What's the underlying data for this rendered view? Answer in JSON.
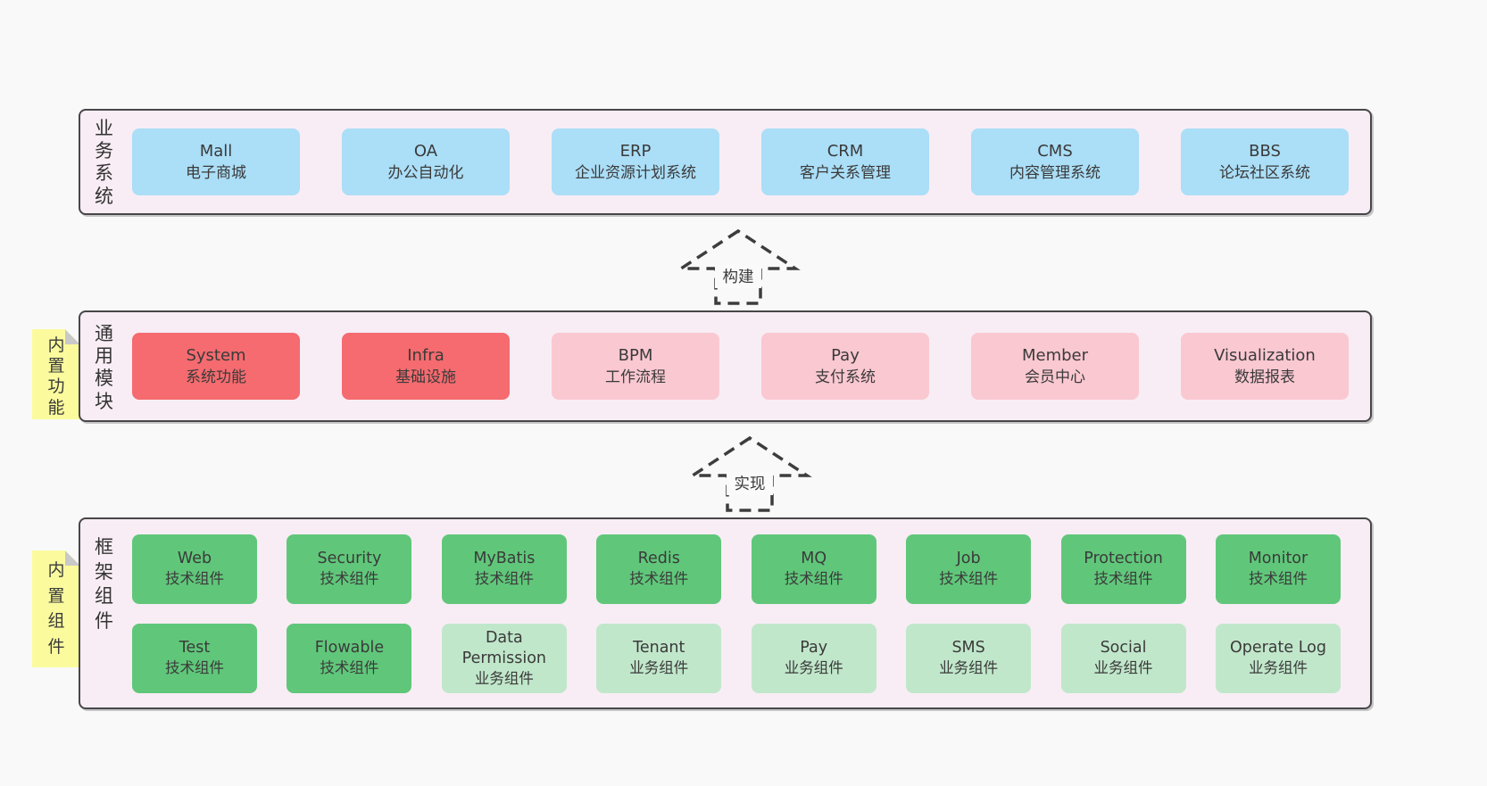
{
  "colors": {
    "page_background": "#f9f9f9",
    "layer_background": "#f8edf5",
    "layer_border": "#474747",
    "box_blue": "#abdef7",
    "box_red": "#f56b6f",
    "box_pink": "#fac8d1",
    "box_green": "#60c77a",
    "box_green_light": "#c1e7cb",
    "note_yellow": "#fbfb9e",
    "text": "#3a3a3a"
  },
  "layers": [
    {
      "label": "业务系统",
      "boxes": [
        {
          "title": "Mall",
          "subtitle": "电子商城",
          "variant": "blue"
        },
        {
          "title": "OA",
          "subtitle": "办公自动化",
          "variant": "blue"
        },
        {
          "title": "ERP",
          "subtitle": "企业资源计划系统",
          "variant": "blue"
        },
        {
          "title": "CRM",
          "subtitle": "客户关系管理",
          "variant": "blue"
        },
        {
          "title": "CMS",
          "subtitle": "内容管理系统",
          "variant": "blue"
        },
        {
          "title": "BBS",
          "subtitle": "论坛社区系统",
          "variant": "blue"
        }
      ]
    },
    {
      "label": "通用模块",
      "boxes": [
        {
          "title": "System",
          "subtitle": "系统功能",
          "variant": "red"
        },
        {
          "title": "Infra",
          "subtitle": "基础设施",
          "variant": "red"
        },
        {
          "title": "BPM",
          "subtitle": "工作流程",
          "variant": "pink"
        },
        {
          "title": "Pay",
          "subtitle": "支付系统",
          "variant": "pink"
        },
        {
          "title": "Member",
          "subtitle": "会员中心",
          "variant": "pink"
        },
        {
          "title": "Visualization",
          "subtitle": "数据报表",
          "variant": "pink"
        }
      ]
    },
    {
      "label": "框架组件",
      "rows": [
        [
          {
            "title": "Web",
            "subtitle": "技术组件",
            "variant": "green"
          },
          {
            "title": "Security",
            "subtitle": "技术组件",
            "variant": "green"
          },
          {
            "title": "MyBatis",
            "subtitle": "技术组件",
            "variant": "green"
          },
          {
            "title": "Redis",
            "subtitle": "技术组件",
            "variant": "green"
          },
          {
            "title": "MQ",
            "subtitle": "技术组件",
            "variant": "green"
          },
          {
            "title": "Job",
            "subtitle": "技术组件",
            "variant": "green"
          },
          {
            "title": "Protection",
            "subtitle": "技术组件",
            "variant": "green"
          },
          {
            "title": "Monitor",
            "subtitle": "技术组件",
            "variant": "green"
          }
        ],
        [
          {
            "title": "Test",
            "subtitle": "技术组件",
            "variant": "green"
          },
          {
            "title": "Flowable",
            "subtitle": "技术组件",
            "variant": "green"
          },
          {
            "title": "Data Permission",
            "subtitle": "业务组件",
            "variant": "green-light"
          },
          {
            "title": "Tenant",
            "subtitle": "业务组件",
            "variant": "green-light"
          },
          {
            "title": "Pay",
            "subtitle": "业务组件",
            "variant": "green-light"
          },
          {
            "title": "SMS",
            "subtitle": "业务组件",
            "variant": "green-light"
          },
          {
            "title": "Social",
            "subtitle": "业务组件",
            "variant": "green-light"
          },
          {
            "title": "Operate Log",
            "subtitle": "业务组件",
            "variant": "green-light"
          }
        ]
      ]
    }
  ],
  "arrows": [
    {
      "label": "构建"
    },
    {
      "label": "实现"
    }
  ],
  "notes": [
    {
      "label": "内置功能"
    },
    {
      "label": "内置组件"
    }
  ]
}
